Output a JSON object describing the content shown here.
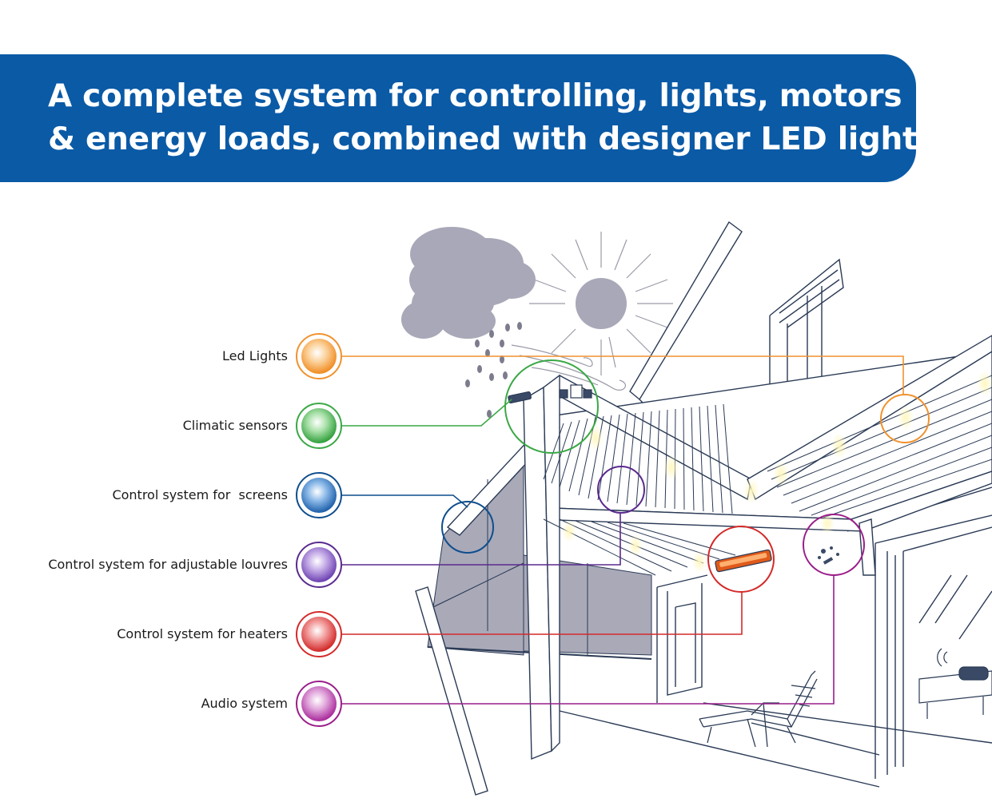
{
  "header": {
    "title_line1": "A complete system for controlling, lights, motors",
    "title_line2": "& energy loads, combined with designer LED lighting"
  },
  "features": [
    {
      "label": "Led Lights",
      "color": "#f0922e",
      "fill": "#f7a545"
    },
    {
      "label": "Climatic sensors",
      "color": "#3aa845",
      "fill": "#4dbb55"
    },
    {
      "label": "Control system for  screens",
      "color": "#0e4e8e",
      "fill": "#2a6fb6"
    },
    {
      "label": "Control system for adjustable louvres",
      "color": "#5a2a8e",
      "fill": "#7b4fbf"
    },
    {
      "label": "Control system for heaters",
      "color": "#d42a2a",
      "fill": "#e04040"
    },
    {
      "label": "Audio system",
      "color": "#9a1e8a",
      "fill": "#b23aa6"
    }
  ],
  "colors": {
    "banner": "#0a5aa6",
    "line_art": "#2a3a55",
    "screen_fabric": "#a9a9b8",
    "cloud": "#a8a8b8"
  }
}
